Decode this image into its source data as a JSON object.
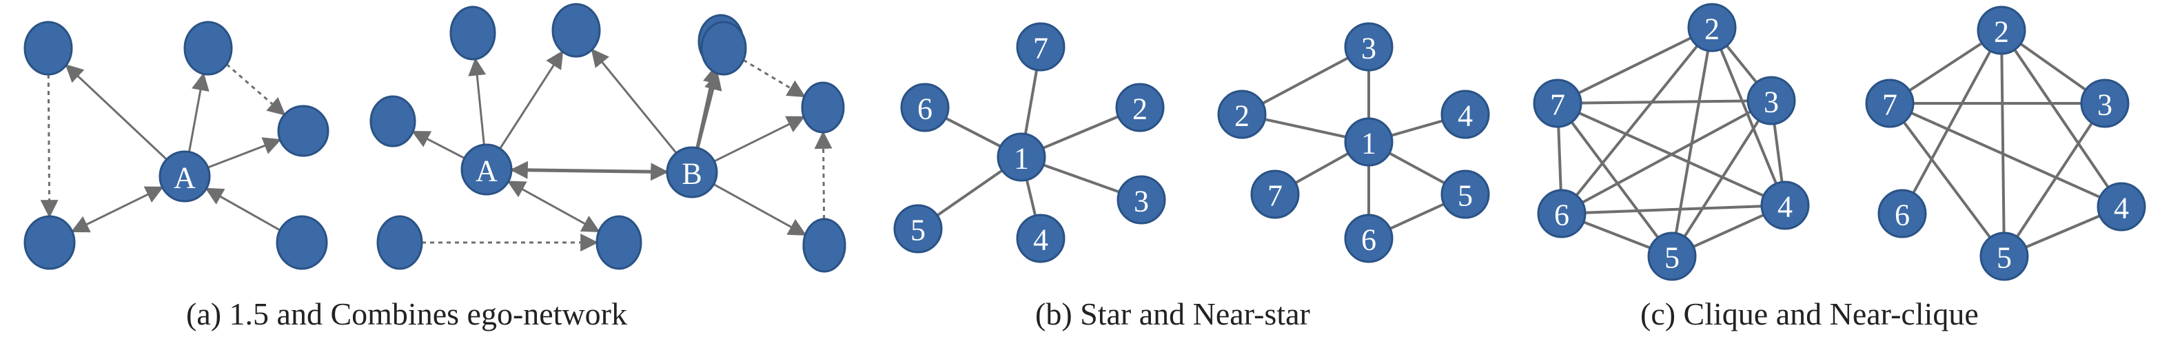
{
  "colors": {
    "node_fill": "#3b6aa6",
    "node_stroke": "#2a5286",
    "edge": "#6e6e6e",
    "label": "#ffffff"
  },
  "captions": {
    "a": "(a) 1.5 and Combines ego-network",
    "b": "(b) Star and Near-star",
    "c": "(c) Clique and Near-clique"
  },
  "graphs": [
    {
      "id": "ego-1-5",
      "nodes": [
        {
          "id": "e1",
          "label": ""
        },
        {
          "id": "e2",
          "label": ""
        },
        {
          "id": "e3",
          "label": ""
        },
        {
          "id": "eA",
          "label": "A"
        },
        {
          "id": "e4",
          "label": ""
        },
        {
          "id": "e5",
          "label": ""
        }
      ],
      "edges": [
        {
          "from": "eA",
          "to": "e1",
          "style": "arrow"
        },
        {
          "from": "eA",
          "to": "e2",
          "style": "arrow"
        },
        {
          "from": "eA",
          "to": "e3",
          "style": "arrow"
        },
        {
          "from": "eA",
          "to": "e4",
          "style": "double"
        },
        {
          "from": "e5",
          "to": "eA",
          "style": "arrow"
        },
        {
          "from": "e1",
          "to": "e4",
          "style": "dashed"
        },
        {
          "from": "e2",
          "to": "e3",
          "style": "dashed"
        }
      ]
    },
    {
      "id": "ego-combined",
      "nodes": [
        {
          "id": "c1",
          "label": ""
        },
        {
          "id": "c2",
          "label": ""
        },
        {
          "id": "c3",
          "label": ""
        },
        {
          "id": "cA",
          "label": "A"
        },
        {
          "id": "c4",
          "label": ""
        },
        {
          "id": "c5",
          "label": ""
        },
        {
          "id": "c6",
          "label": ""
        },
        {
          "id": "c7",
          "label": ""
        },
        {
          "id": "c8",
          "label": ""
        },
        {
          "id": "cB",
          "label": "B"
        },
        {
          "id": "c9",
          "label": ""
        },
        {
          "id": "c10",
          "label": ""
        }
      ],
      "edges": [
        {
          "from": "cA",
          "to": "c1",
          "style": "arrow"
        },
        {
          "from": "cA",
          "to": "c2",
          "style": "arrow"
        },
        {
          "from": "cA",
          "to": "c4",
          "style": "double"
        },
        {
          "from": "cA",
          "to": "c5",
          "style": "arrow"
        },
        {
          "from": "cA",
          "to": "cB",
          "style": "double-bold"
        },
        {
          "from": "c3",
          "to": "c4",
          "style": "dashed"
        },
        {
          "from": "cB",
          "to": "c6",
          "style": "arrow-bold"
        },
        {
          "from": "cB",
          "to": "c7",
          "style": "arrow"
        },
        {
          "from": "cB",
          "to": "c8",
          "style": "arrow"
        },
        {
          "from": "cB",
          "to": "c5",
          "style": "arrow"
        },
        {
          "from": "cB",
          "to": "c10",
          "style": "arrow"
        },
        {
          "from": "c7",
          "to": "c8",
          "style": "dashed"
        },
        {
          "from": "c10",
          "to": "c8",
          "style": "dashed"
        }
      ]
    },
    {
      "id": "star",
      "nodes": [
        {
          "id": "s1",
          "label": "1"
        },
        {
          "id": "s2",
          "label": "2"
        },
        {
          "id": "s3",
          "label": "3"
        },
        {
          "id": "s4",
          "label": "4"
        },
        {
          "id": "s5",
          "label": "5"
        },
        {
          "id": "s6",
          "label": "6"
        },
        {
          "id": "s7",
          "label": "7"
        }
      ],
      "edges": [
        {
          "from": "s1",
          "to": "s2",
          "style": "line"
        },
        {
          "from": "s1",
          "to": "s3",
          "style": "line"
        },
        {
          "from": "s1",
          "to": "s4",
          "style": "line"
        },
        {
          "from": "s1",
          "to": "s5",
          "style": "line"
        },
        {
          "from": "s1",
          "to": "s6",
          "style": "line"
        },
        {
          "from": "s1",
          "to": "s7",
          "style": "line"
        }
      ]
    },
    {
      "id": "near-star",
      "nodes": [
        {
          "id": "n1",
          "label": "1"
        },
        {
          "id": "n2",
          "label": "2"
        },
        {
          "id": "n3",
          "label": "3"
        },
        {
          "id": "n4",
          "label": "4"
        },
        {
          "id": "n5",
          "label": "5"
        },
        {
          "id": "n6",
          "label": "6"
        },
        {
          "id": "n7",
          "label": "7"
        }
      ],
      "edges": [
        {
          "from": "n1",
          "to": "n2",
          "style": "line"
        },
        {
          "from": "n1",
          "to": "n3",
          "style": "line"
        },
        {
          "from": "n1",
          "to": "n4",
          "style": "line"
        },
        {
          "from": "n1",
          "to": "n5",
          "style": "line"
        },
        {
          "from": "n1",
          "to": "n6",
          "style": "line"
        },
        {
          "from": "n1",
          "to": "n7",
          "style": "line"
        },
        {
          "from": "n2",
          "to": "n3",
          "style": "line"
        },
        {
          "from": "n5",
          "to": "n6",
          "style": "line"
        }
      ]
    },
    {
      "id": "clique",
      "nodes": [
        {
          "id": "q2",
          "label": "2"
        },
        {
          "id": "q3",
          "label": "3"
        },
        {
          "id": "q4",
          "label": "4"
        },
        {
          "id": "q5",
          "label": "5"
        },
        {
          "id": "q6",
          "label": "6"
        },
        {
          "id": "q7",
          "label": "7"
        }
      ],
      "edges": [
        {
          "from": "q2",
          "to": "q3",
          "style": "line"
        },
        {
          "from": "q2",
          "to": "q4",
          "style": "line"
        },
        {
          "from": "q2",
          "to": "q5",
          "style": "line"
        },
        {
          "from": "q2",
          "to": "q6",
          "style": "line"
        },
        {
          "from": "q2",
          "to": "q7",
          "style": "line"
        },
        {
          "from": "q3",
          "to": "q4",
          "style": "line"
        },
        {
          "from": "q3",
          "to": "q5",
          "style": "line"
        },
        {
          "from": "q3",
          "to": "q6",
          "style": "line"
        },
        {
          "from": "q3",
          "to": "q7",
          "style": "line"
        },
        {
          "from": "q4",
          "to": "q5",
          "style": "line"
        },
        {
          "from": "q4",
          "to": "q6",
          "style": "line"
        },
        {
          "from": "q4",
          "to": "q7",
          "style": "line"
        },
        {
          "from": "q5",
          "to": "q6",
          "style": "line"
        },
        {
          "from": "q5",
          "to": "q7",
          "style": "line"
        },
        {
          "from": "q6",
          "to": "q7",
          "style": "line"
        }
      ]
    },
    {
      "id": "near-clique",
      "nodes": [
        {
          "id": "r2",
          "label": "2"
        },
        {
          "id": "r3",
          "label": "3"
        },
        {
          "id": "r4",
          "label": "4"
        },
        {
          "id": "r5",
          "label": "5"
        },
        {
          "id": "r6",
          "label": "6"
        },
        {
          "id": "r7",
          "label": "7"
        }
      ],
      "edges": [
        {
          "from": "r2",
          "to": "r3",
          "style": "line"
        },
        {
          "from": "r2",
          "to": "r4",
          "style": "line"
        },
        {
          "from": "r2",
          "to": "r5",
          "style": "line"
        },
        {
          "from": "r2",
          "to": "r6",
          "style": "line"
        },
        {
          "from": "r2",
          "to": "r7",
          "style": "line"
        },
        {
          "from": "r3",
          "to": "r5",
          "style": "line"
        },
        {
          "from": "r3",
          "to": "r7",
          "style": "line"
        },
        {
          "from": "r4",
          "to": "r5",
          "style": "line"
        },
        {
          "from": "r4",
          "to": "r7",
          "style": "line"
        },
        {
          "from": "r5",
          "to": "r7",
          "style": "line"
        }
      ]
    }
  ]
}
